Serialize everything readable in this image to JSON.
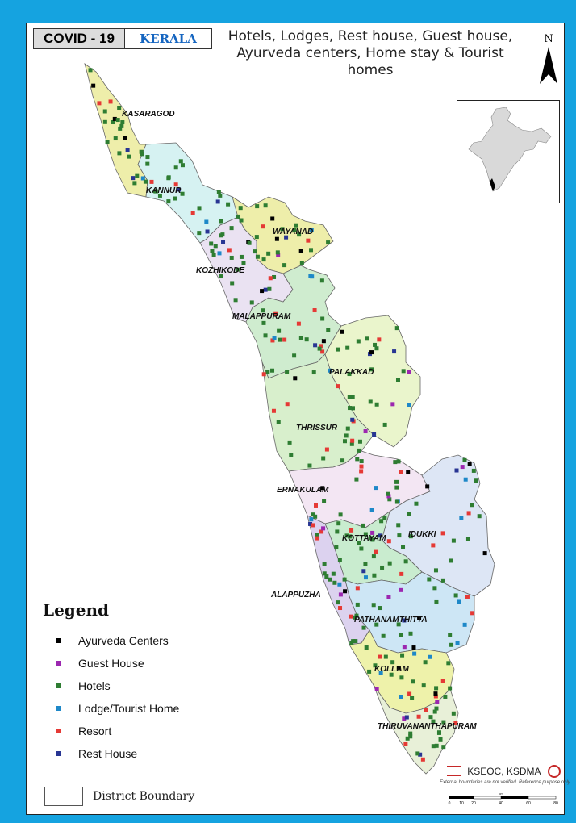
{
  "header": {
    "covid_label": "COVID - 19",
    "state_label": "KERALA",
    "title_line1": "Hotels, Lodges, Rest house, Guest house,",
    "title_line2": "Ayurveda centers, Home stay & Tourist homes"
  },
  "north_arrow": {
    "label": "N"
  },
  "districts": [
    {
      "name": "KASARAGOD",
      "fill": "#eeeeaa"
    },
    {
      "name": "KANNUR",
      "fill": "#d6f2f2"
    },
    {
      "name": "WAYANAD",
      "fill": "#eeeeaa"
    },
    {
      "name": "KOZHIKODE",
      "fill": "#eae2f2"
    },
    {
      "name": "MALAPPURAM",
      "fill": "#cfeccf"
    },
    {
      "name": "PALAKKAD",
      "fill": "#eaf5cc"
    },
    {
      "name": "THRISSUR",
      "fill": "#d8efcc"
    },
    {
      "name": "ERNAKULAM",
      "fill": "#f3e6f3"
    },
    {
      "name": "IDUKKI",
      "fill": "#dde6f5"
    },
    {
      "name": "KOTTAYAM",
      "fill": "#c9eccf"
    },
    {
      "name": "ALAPPUZHA",
      "fill": "#dcd2ef"
    },
    {
      "name": "PATHANAMTHITTA",
      "fill": "#cde6f5"
    },
    {
      "name": "KOLLAM",
      "fill": "#eef2aa"
    },
    {
      "name": "THIRUVANANTHAPURAM",
      "fill": "#e8f0d8"
    }
  ],
  "legend": {
    "title": "Legend",
    "items": [
      {
        "label": "Ayurveda Centers",
        "color": "#000000"
      },
      {
        "label": "Guest House",
        "color": "#9c27b0"
      },
      {
        "label": "Hotels",
        "color": "#2e7d32"
      },
      {
        "label": "Lodge/Tourist Home",
        "color": "#1e88c8"
      },
      {
        "label": "Resort",
        "color": "#e53935"
      },
      {
        "label": "Rest House",
        "color": "#283593"
      }
    ],
    "boundary_label": "District Boundary"
  },
  "credit": {
    "name": "KSEOC, KSDMA",
    "note": "External boundaries are not verified. Reference purpose only."
  },
  "scale": {
    "ticks": [
      "0",
      "10",
      "20",
      "40",
      "60",
      "80"
    ],
    "unit": "km"
  }
}
